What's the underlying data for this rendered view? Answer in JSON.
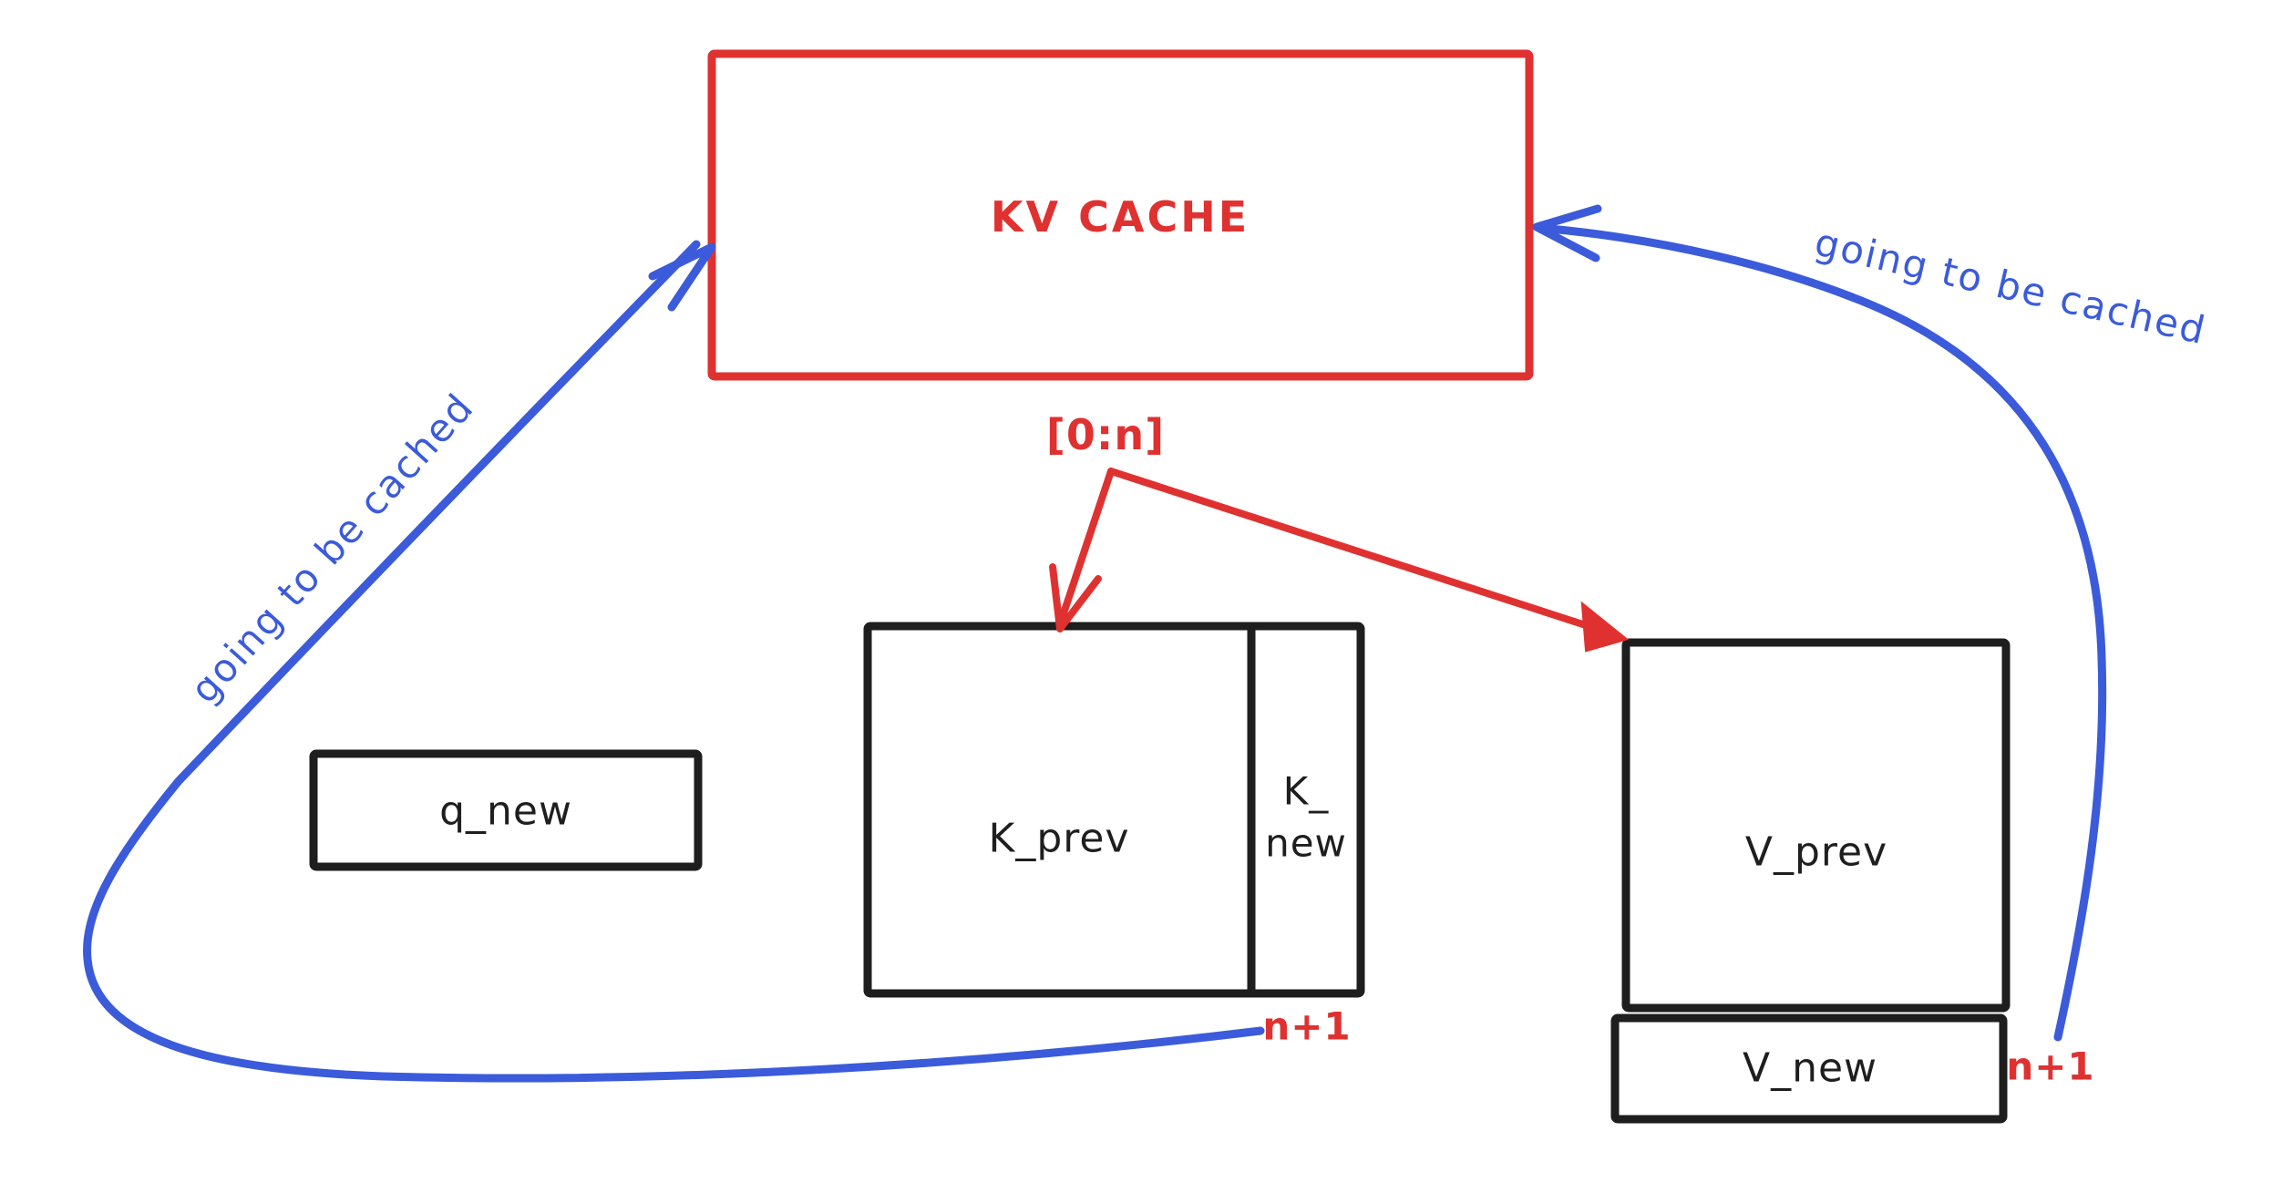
{
  "diagram": {
    "kv_cache_box": {
      "label": "KV CACHE"
    },
    "slice_label": "[0:n]",
    "boxes": {
      "q_new": {
        "label": "q_new"
      },
      "k_prev": {
        "label": "K_prev"
      },
      "k_new": {
        "label_line1": "K_",
        "label_line2": "new"
      },
      "v_prev": {
        "label": "V_prev"
      },
      "v_new": {
        "label": "V_new"
      }
    },
    "annotations": {
      "left_arrow_label": "going to be cached",
      "right_arrow_label": "going to be cached",
      "k_next_index_label": "n+1",
      "v_next_index_label": "n+1"
    },
    "colors": {
      "red": "#e03131",
      "blue": "#3b5bdb",
      "black": "#1e1e1e",
      "background": "#ffffff"
    }
  }
}
